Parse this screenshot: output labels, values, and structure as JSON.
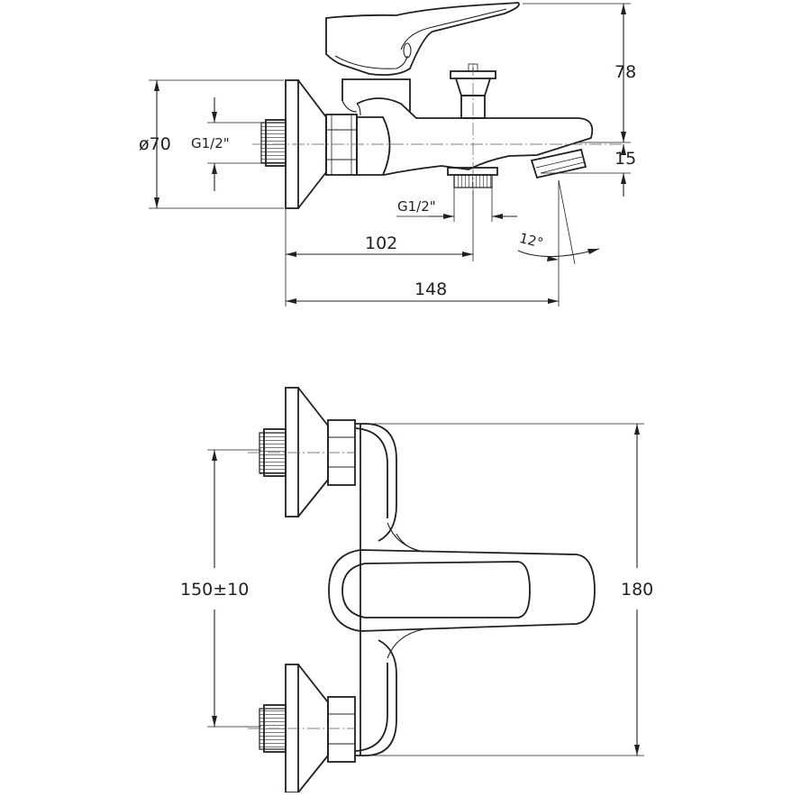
{
  "side_view": {
    "dims": {
      "height_top": "78",
      "diameter": "ø70",
      "thread_inlet": "G1/2\"",
      "spout_offset": "15",
      "thread_outlet": "G1/2\"",
      "outlet_distance": "102",
      "angle": "12°",
      "total_length": "148"
    }
  },
  "front_view": {
    "dims": {
      "centers": "150±10",
      "total_height": "180"
    }
  }
}
